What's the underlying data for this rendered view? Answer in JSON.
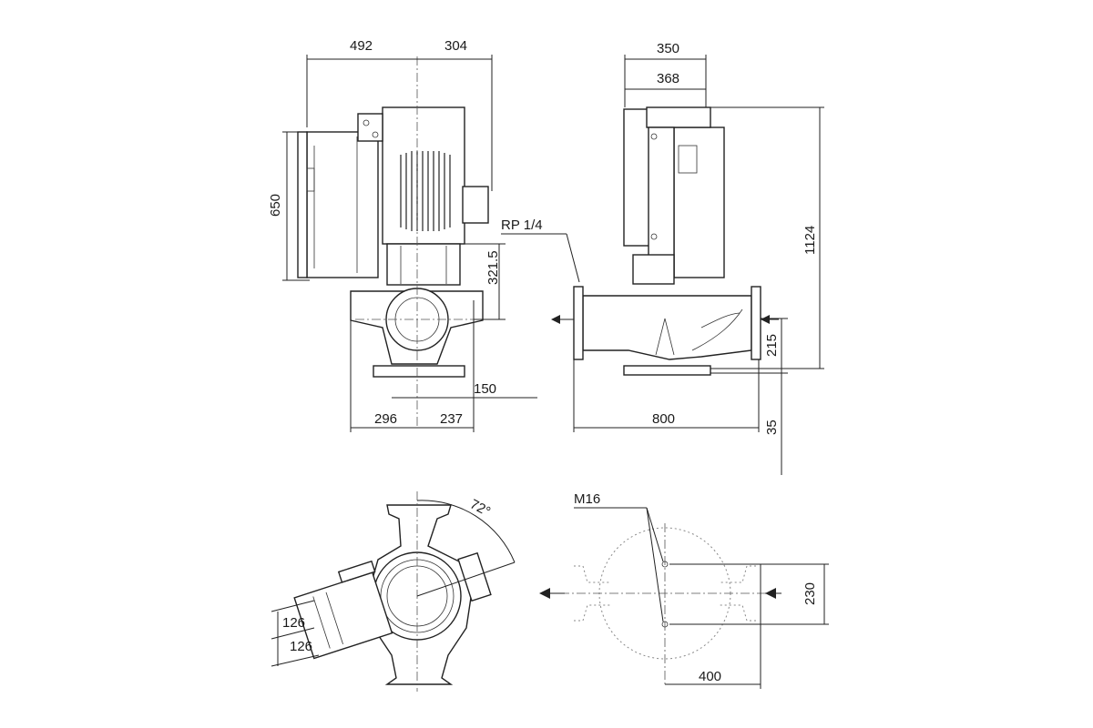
{
  "dimensions": {
    "d492": "492",
    "d304": "304",
    "d650": "650",
    "d321": "321.5",
    "d150": "150",
    "d296": "296",
    "d237": "237",
    "d350": "350",
    "d368": "368",
    "d1124": "1124",
    "d215": "215",
    "d35": "35",
    "d800": "800",
    "d72": "72°",
    "d126a": "126",
    "d126b": "126",
    "d230": "230",
    "d400": "400"
  },
  "labels": {
    "rp": "RP 1/4",
    "m16": "M16"
  }
}
